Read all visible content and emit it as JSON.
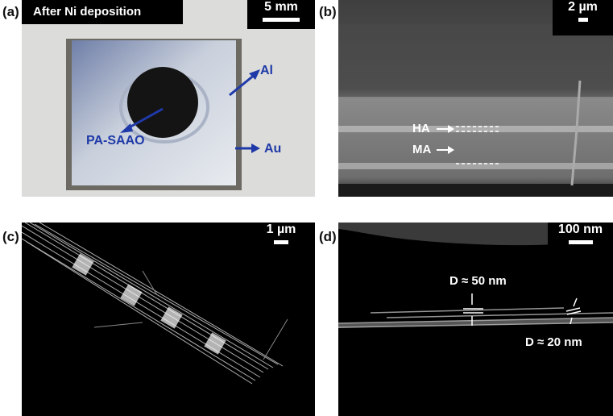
{
  "panels": {
    "a": {
      "label": "(a)",
      "title": "After Ni deposition",
      "scale": "5 mm",
      "annotations": {
        "al": "Al",
        "au": "Au",
        "pa_saao": "PA-SAAO"
      }
    },
    "b": {
      "label": "(b)",
      "scale": "2 µm",
      "annotations": {
        "ha": "HA",
        "ma": "MA"
      }
    },
    "c": {
      "label": "(c)",
      "scale": "1 µm"
    },
    "d": {
      "label": "(d)",
      "scale": "100 nm",
      "annotations": {
        "d50": "D ≈ 50 nm",
        "d20": "D ≈ 20 nm"
      }
    }
  },
  "colors": {
    "annotation_blue": "#1f3aa8",
    "background": "#ffffff"
  }
}
